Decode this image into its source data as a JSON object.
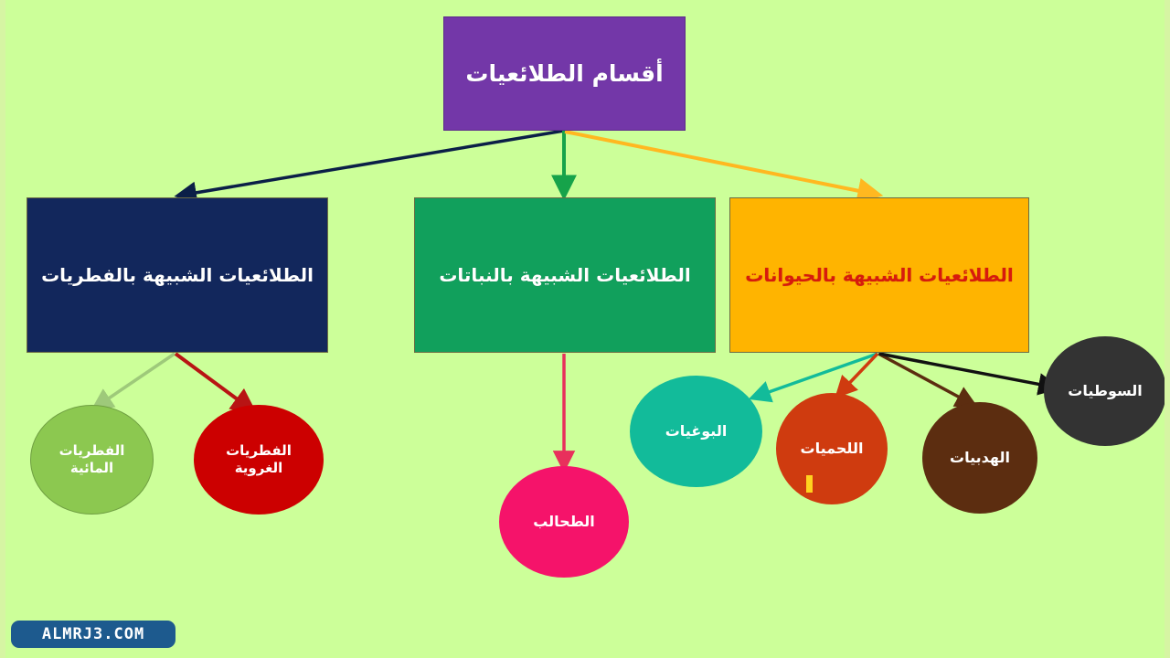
{
  "diagram": {
    "title_node": {
      "label": "أقسام الطلائعيات",
      "color": "#7337a8",
      "text_color": "#ffffff"
    },
    "branches": [
      {
        "id": "fungus-like",
        "label": "الطلائعيات الشبيهة بالفطريات",
        "color": "#12275c",
        "text_color": "#ffffff"
      },
      {
        "id": "plant-like",
        "label": "الطلائعيات الشبيهة بالنباتات",
        "color": "#11a05c",
        "text_color": "#ffffff"
      },
      {
        "id": "animal-like",
        "label": "الطلائعيات الشبيهة بالحيوانات",
        "color": "#ffb400",
        "text_color": "#d81a0d"
      }
    ],
    "leaves": [
      {
        "id": "water-molds",
        "label": "الفطريات\nالمائية",
        "color": "#8cc850",
        "text_color": "#ffffff",
        "parent": "fungus-like"
      },
      {
        "id": "slime-molds",
        "label": "الفطريات\nالغروية",
        "color": "#cc0000",
        "text_color": "#ffffff",
        "parent": "fungus-like"
      },
      {
        "id": "algae",
        "label": "الطحالب",
        "color": "#f5136a",
        "text_color": "#ffffff",
        "parent": "plant-like"
      },
      {
        "id": "sporozoans",
        "label": "البوغيات",
        "color": "#12bb9a",
        "text_color": "#ffffff",
        "parent": "animal-like"
      },
      {
        "id": "sarcodines",
        "label": "اللحميات",
        "color": "#cf3b0f",
        "text_color": "#ffffff",
        "parent": "animal-like"
      },
      {
        "id": "ciliates",
        "label": "الهدبيات",
        "color": "#5c2d10",
        "text_color": "#ffffff",
        "parent": "animal-like"
      },
      {
        "id": "flagellates",
        "label": "السوطيات",
        "color": "#333333",
        "text_color": "#ffffff",
        "parent": "animal-like"
      }
    ],
    "connectors": [
      {
        "from": "title",
        "to": "fungus-like",
        "color": "#0b1f47"
      },
      {
        "from": "title",
        "to": "plant-like",
        "color": "#16a34a"
      },
      {
        "from": "title",
        "to": "animal-like",
        "color": "#ffb820"
      },
      {
        "from": "fungus-like",
        "to": "water-molds",
        "color": "#9ec97a"
      },
      {
        "from": "fungus-like",
        "to": "slime-molds",
        "color": "#b81414"
      },
      {
        "from": "plant-like",
        "to": "algae",
        "color": "#e8305c"
      },
      {
        "from": "animal-like",
        "to": "sporozoans",
        "color": "#12bb9a"
      },
      {
        "from": "animal-like",
        "to": "sarcodines",
        "color": "#cf3b0f"
      },
      {
        "from": "animal-like",
        "to": "ciliates",
        "color": "#5c2d10"
      },
      {
        "from": "animal-like",
        "to": "flagellates",
        "color": "#111111"
      }
    ],
    "background_color": "#ccff99"
  },
  "watermark": {
    "text": "ALMRJ3.COM",
    "badge_color": "#1d5a8e",
    "text_color": "#ffffff"
  }
}
